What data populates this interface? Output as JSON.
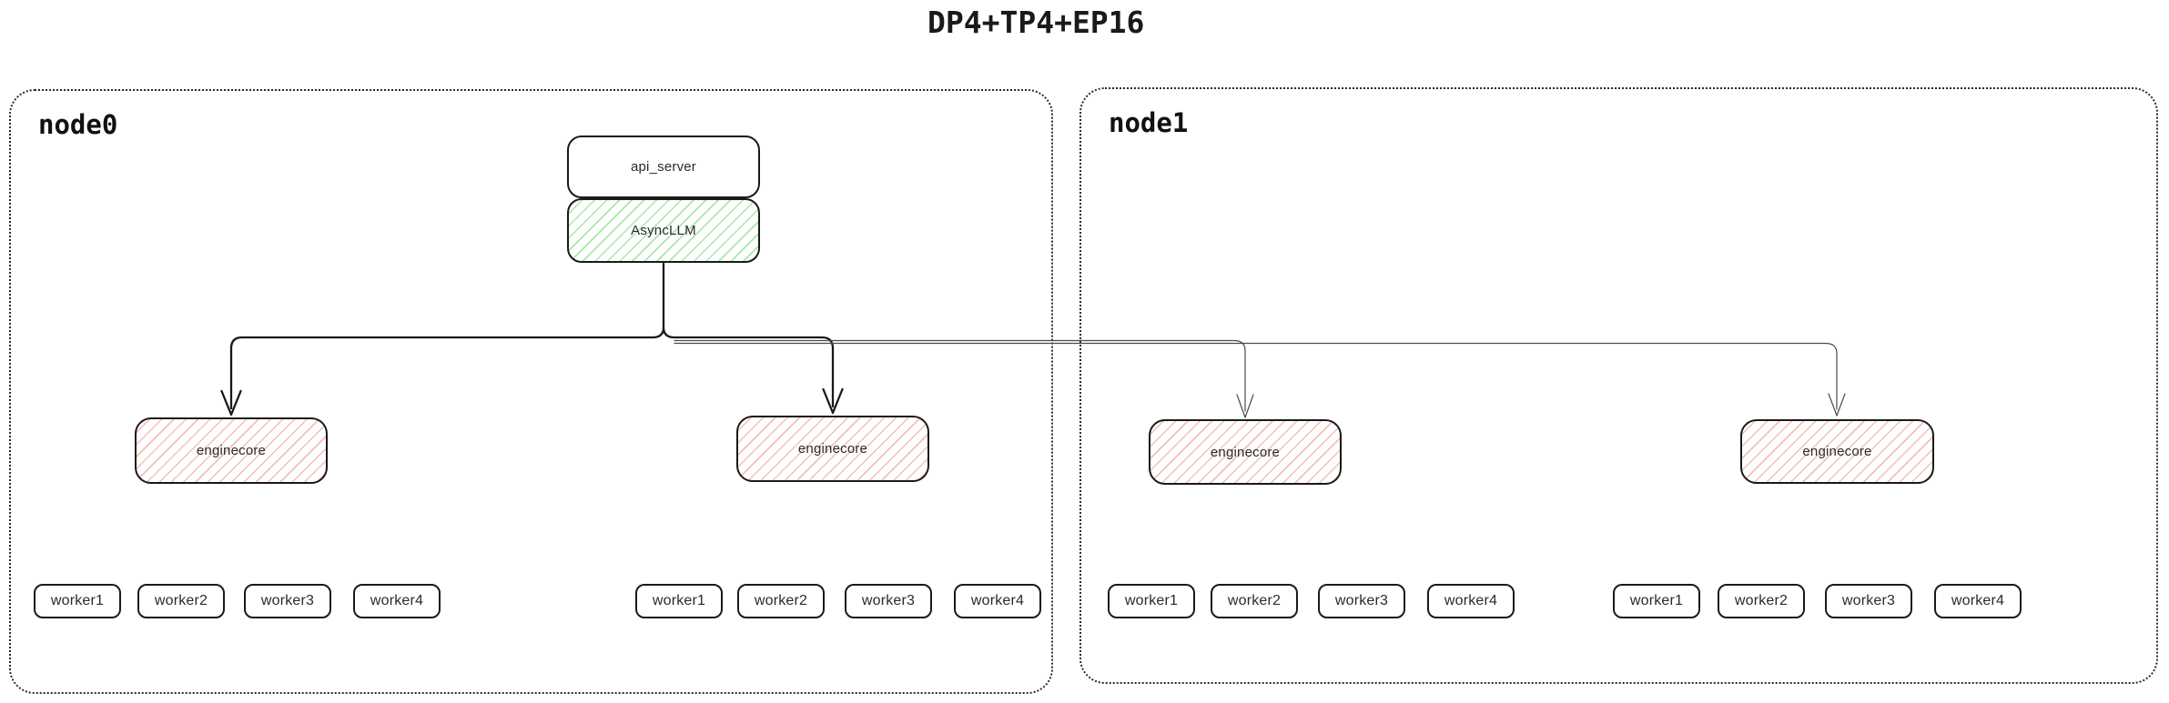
{
  "title": "DP4+TP4+EP16",
  "colors": {
    "box_border": "#1a1a1a",
    "green_hatch": "#a9e7a9",
    "red_hatch": "#f6beb6",
    "thick_line": "#1a1a1a",
    "thin_line": "#4a4a4a",
    "container_border": "#2b2b2b"
  },
  "containers": [
    {
      "label": "node0"
    },
    {
      "label": "node1"
    }
  ],
  "pipeline": {
    "api_server": "api_server",
    "async_llm": "AsyncLLM"
  },
  "enginecores": [
    {
      "label": "enginecore"
    },
    {
      "label": "enginecore"
    },
    {
      "label": "enginecore"
    },
    {
      "label": "enginecore"
    }
  ],
  "worker_groups": [
    {
      "workers": [
        "worker1",
        "worker2",
        "worker3",
        "worker4"
      ]
    },
    {
      "workers": [
        "worker1",
        "worker2",
        "worker3",
        "worker4"
      ]
    },
    {
      "workers": [
        "worker1",
        "worker2",
        "worker3",
        "worker4"
      ]
    },
    {
      "workers": [
        "worker1",
        "worker2",
        "worker3",
        "worker4"
      ]
    }
  ]
}
